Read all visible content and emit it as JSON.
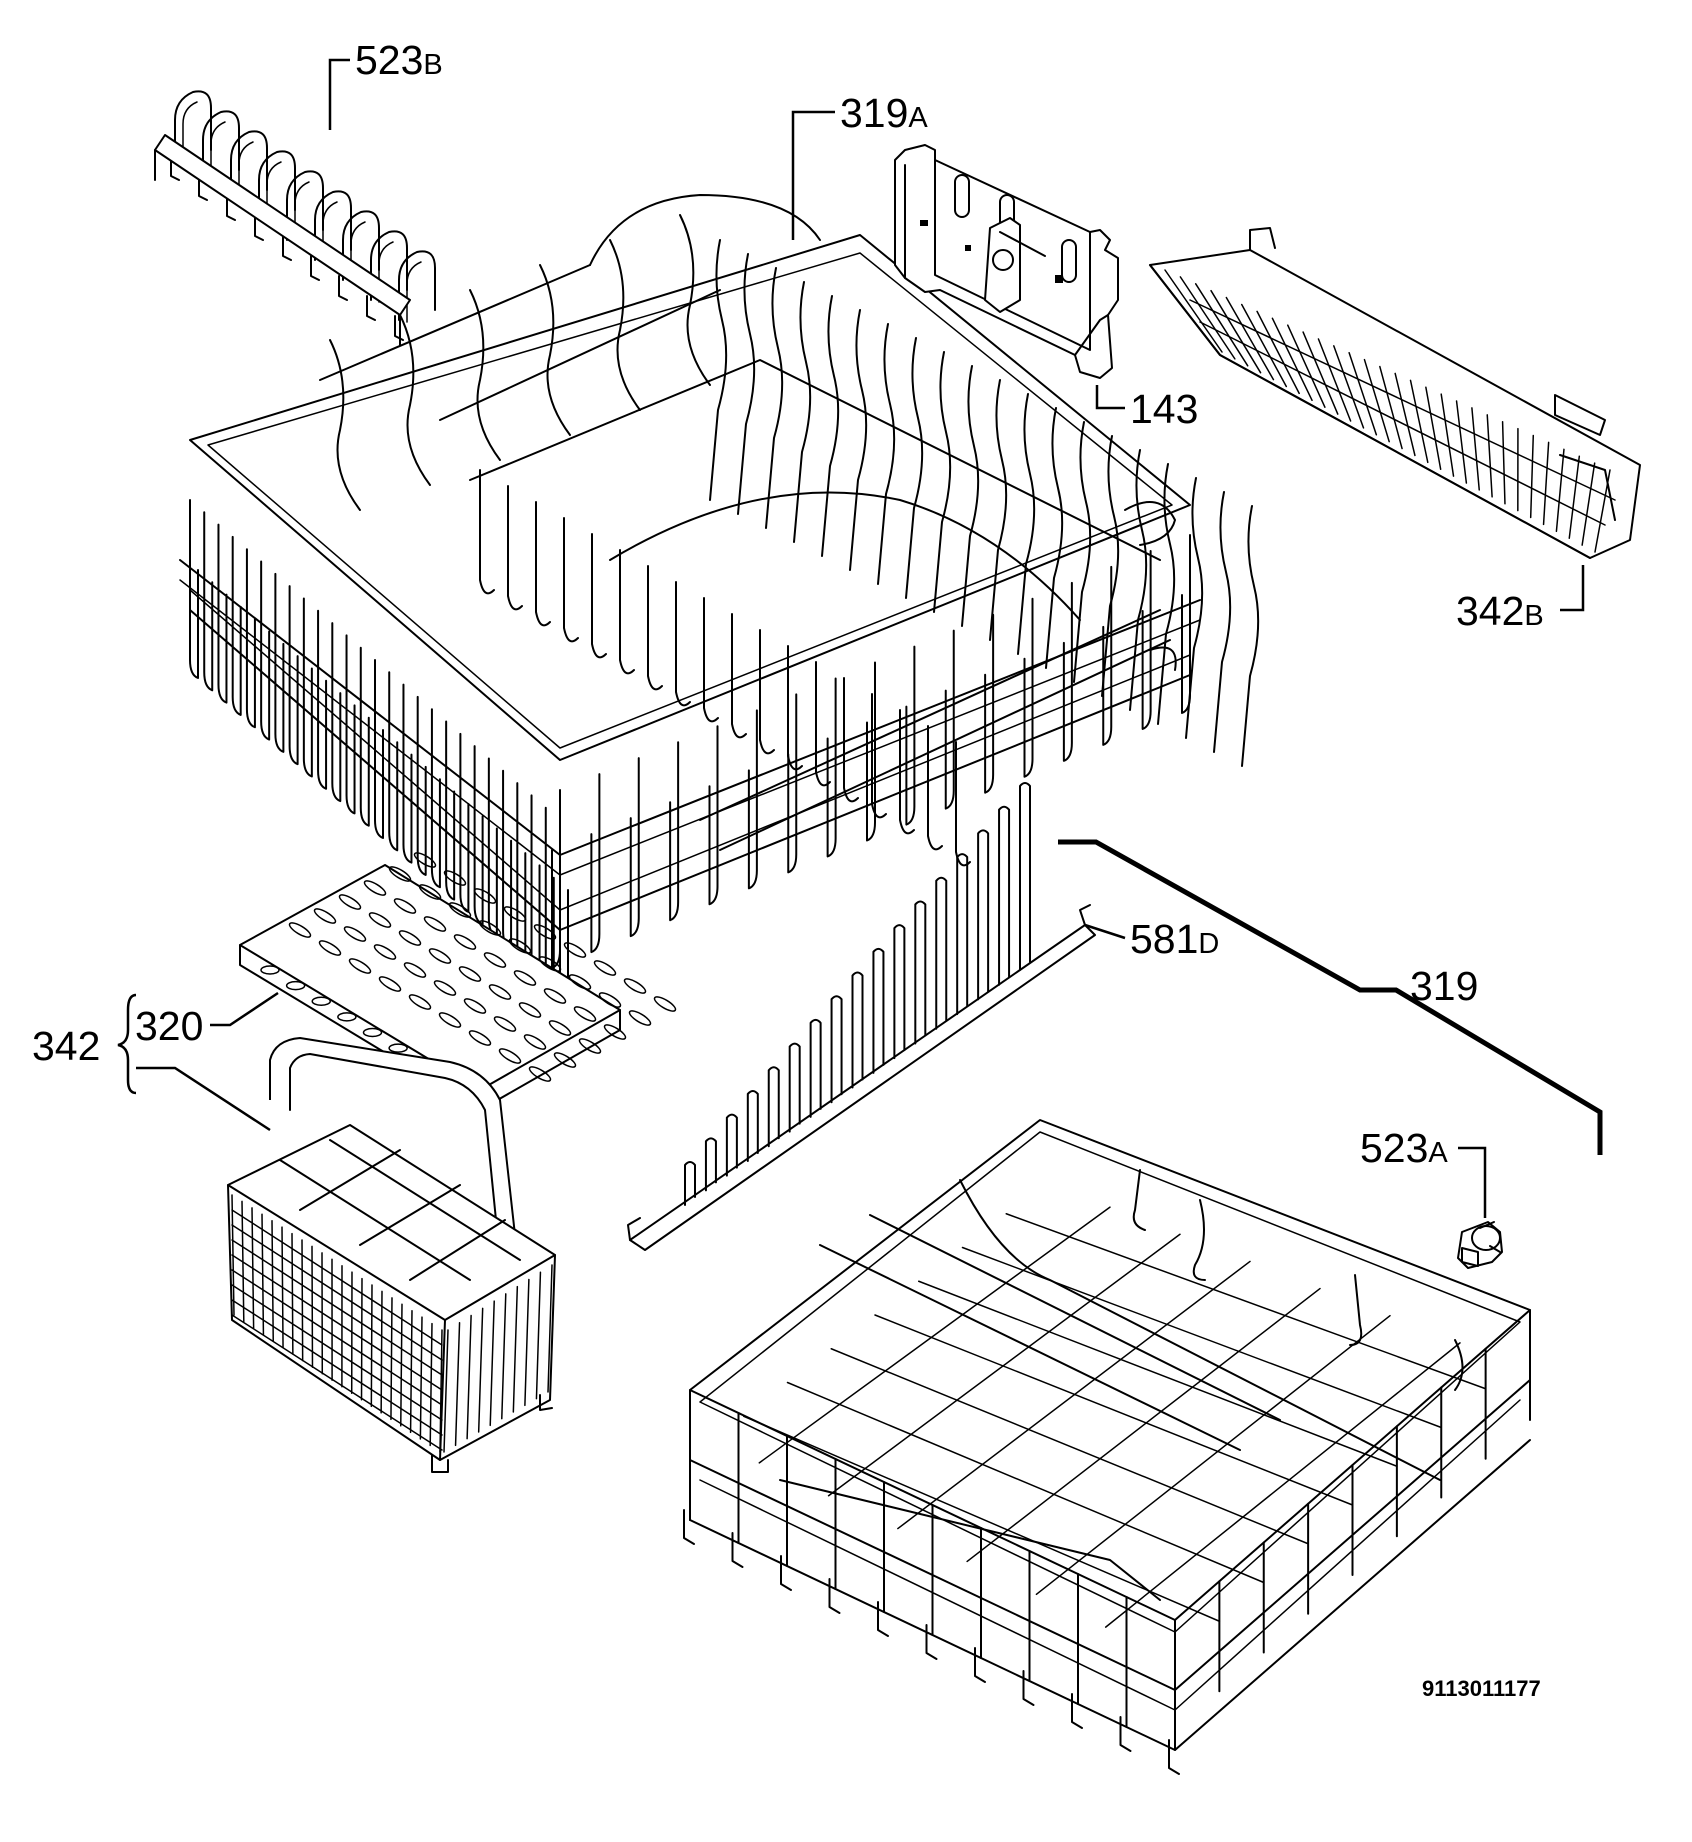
{
  "diagram": {
    "drawing_number": "9113011177",
    "parts": [
      {
        "id": "part-523b",
        "number": "523",
        "suffix": "B"
      },
      {
        "id": "part-319a",
        "number": "319",
        "suffix": "A"
      },
      {
        "id": "part-143",
        "number": "143",
        "suffix": ""
      },
      {
        "id": "part-342b",
        "number": "342",
        "suffix": "B"
      },
      {
        "id": "part-581d",
        "number": "581",
        "suffix": "D"
      },
      {
        "id": "part-319",
        "number": "319",
        "suffix": ""
      },
      {
        "id": "part-523a",
        "number": "523",
        "suffix": "A"
      },
      {
        "id": "part-320",
        "number": "320",
        "suffix": ""
      },
      {
        "id": "part-342",
        "number": "342",
        "suffix": ""
      }
    ]
  }
}
